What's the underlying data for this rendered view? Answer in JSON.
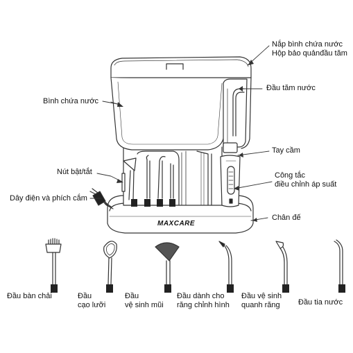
{
  "labels": {
    "lid": [
      "Nắp bình chứa nước",
      "Hộp bảo quảnđầu tăm"
    ],
    "jet_tip": "Đầu tăm nước",
    "reservoir": "Bình chứa nước",
    "handle": "Tay cầm",
    "power_button": "Nút bật/tắt",
    "pressure_switch": [
      "Công tắc",
      "điều chỉnh áp suất"
    ],
    "cord_plug": "Dây điện và phích cắm",
    "base": "Chân đế"
  },
  "brand": "MAXCARE",
  "tips": [
    {
      "id": "brush",
      "label": [
        "Đầu bàn chải"
      ]
    },
    {
      "id": "tongue",
      "label": [
        "Đầu",
        "cạo lưỡi"
      ]
    },
    {
      "id": "nasal",
      "label": [
        "Đầu",
        "vệ sinh mũi"
      ]
    },
    {
      "id": "ortho",
      "label": [
        "Đầu dành cho",
        "răng chỉnh hình"
      ]
    },
    {
      "id": "perio",
      "label": [
        "Đầu vệ sinh",
        "quanh răng"
      ]
    },
    {
      "id": "jet",
      "label": [
        "Đầu tia nước"
      ]
    }
  ],
  "colors": {
    "line": "#333333",
    "fill": "#ffffff",
    "dark": "#222222",
    "tip_gray": "#777777"
  }
}
